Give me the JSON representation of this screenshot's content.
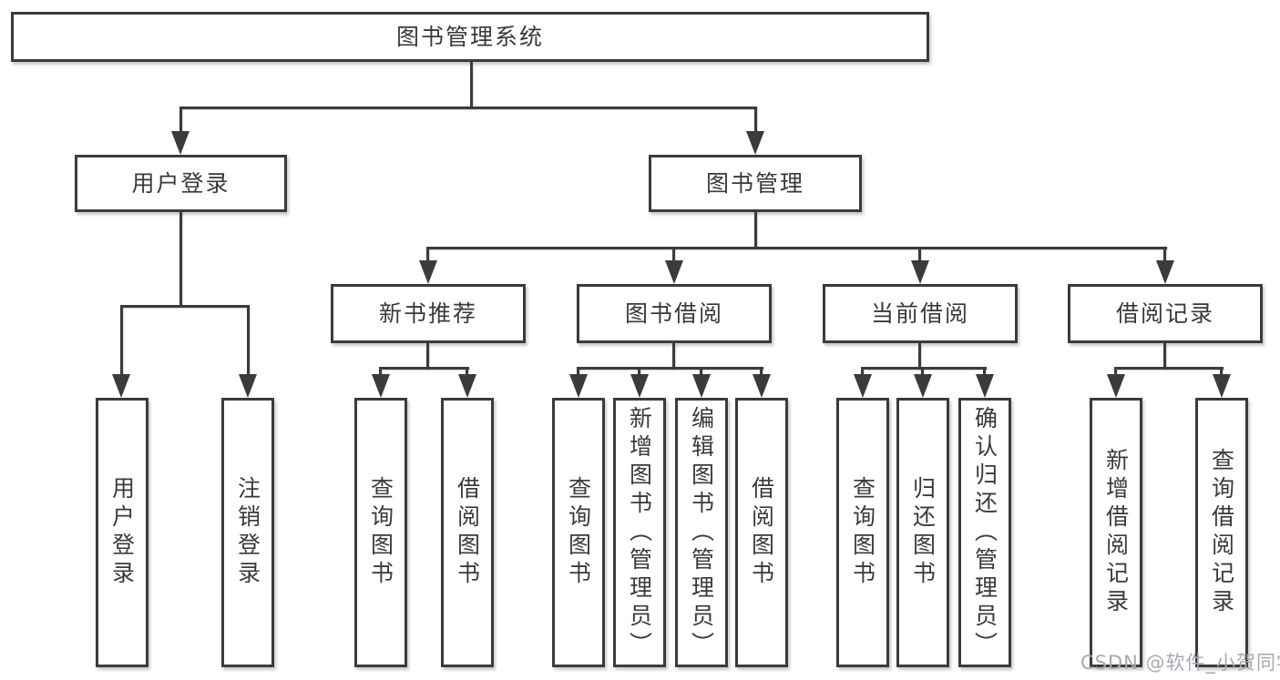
{
  "colors": {
    "background": "#ffffff",
    "line": "#3b3b3b",
    "text": "#3a3a3a",
    "watermark": "#a6aab2"
  },
  "watermark": {
    "text": "CSDN @软件_小贺同学"
  },
  "tree": {
    "root": {
      "label": "图书管理系统"
    },
    "user_login": {
      "label": "用户登录",
      "children": [
        {
          "label": "用户登录"
        },
        {
          "label": "注销登录"
        }
      ]
    },
    "book_management": {
      "label": "图书管理",
      "groups": [
        {
          "label": "新书推荐",
          "children": [
            {
              "label": "查询图书"
            },
            {
              "label": "借阅图书"
            }
          ]
        },
        {
          "label": "图书借阅",
          "children": [
            {
              "label": "查询图书"
            },
            {
              "label": "新增图书（管理员）"
            },
            {
              "label": "编辑图书（管理员）"
            },
            {
              "label": "借阅图书"
            }
          ]
        },
        {
          "label": "当前借阅",
          "children": [
            {
              "label": "查询图书"
            },
            {
              "label": "归还图书"
            },
            {
              "label": "确认归还（管理员）"
            }
          ]
        },
        {
          "label": "借阅记录",
          "children": [
            {
              "label": "新增借阅记录"
            },
            {
              "label": "查询借阅记录"
            }
          ]
        }
      ]
    }
  }
}
